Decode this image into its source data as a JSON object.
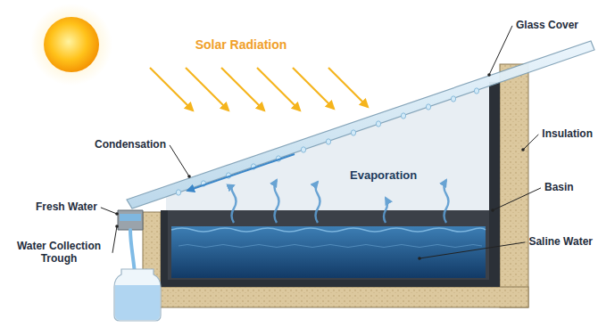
{
  "diagram": {
    "labels": [
      "Solar Radiation",
      "Glass Cover",
      "Condensation",
      "Insulation",
      "Evaporation",
      "Basin",
      "Fresh Water",
      "Saline Water",
      "Water Collection Trough"
    ]
  }
}
